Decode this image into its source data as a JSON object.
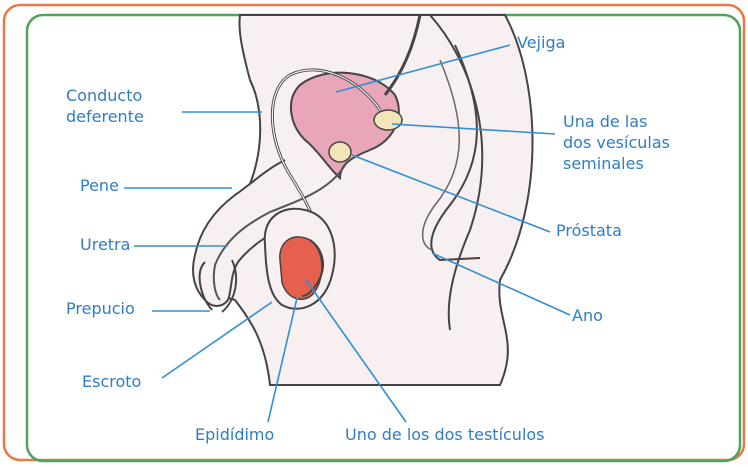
{
  "colors": {
    "outer_frame": "#e87845",
    "inner_frame": "#4ea45a",
    "label_text": "#2f7dc4",
    "leader_line": "#2f8fd8",
    "body_fill": "#f7eff0",
    "outline": "#444444",
    "bladder_fill": "#e8a6b8",
    "testicle_fill": "#e5614e",
    "vesicle_fill": "#f3e5b8"
  },
  "labels": {
    "vejiga": "Vejiga",
    "conducto_1": "Conducto",
    "conducto_2": "deferente",
    "vesicula_1": "Una de las",
    "vesicula_2": "dos vesículas",
    "vesicula_3": "seminales",
    "pene": "Pene",
    "prostata": "Próstata",
    "uretra": "Uretra",
    "prepucio": "Prepucio",
    "ano": "Ano",
    "escroto": "Escroto",
    "epididimo": "Epidídimo",
    "testiculo": "Uno de los dos testículos"
  }
}
